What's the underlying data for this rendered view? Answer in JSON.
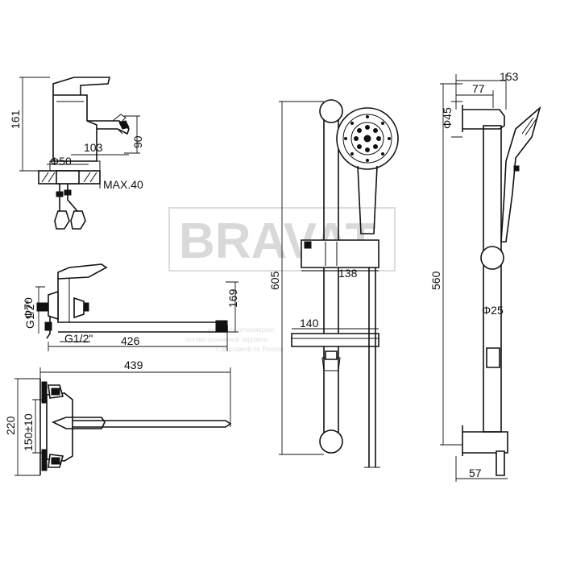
{
  "watermark": {
    "brand": "BRAVAT",
    "line1": "интернет-гипермаркет",
    "line2": "оптово-розничной торговли",
    "line3": "с доставкой по России"
  },
  "basin_mixer": {
    "height": "161",
    "spout_reach": "103",
    "spout_height": "90",
    "base_diameter": "Φ50",
    "max_deck": "MAX.40"
  },
  "bath_mixer": {
    "flange_diameter": "Φ70",
    "thread_left": "G1/2\"",
    "thread_bottom": "G1/2\"",
    "height": "169",
    "spout_length": "426",
    "total_length": "439",
    "height_total": "220",
    "center_distance": "150±10"
  },
  "shower_set": {
    "rail_height": "605",
    "holder_width": "138",
    "soap_dish_width": "140",
    "side_height": "560",
    "top_depth": "153",
    "arm_offset": "77",
    "arm_diameter": "Φ45",
    "rail_diameter": "Φ25",
    "bottom_depth": "57"
  }
}
